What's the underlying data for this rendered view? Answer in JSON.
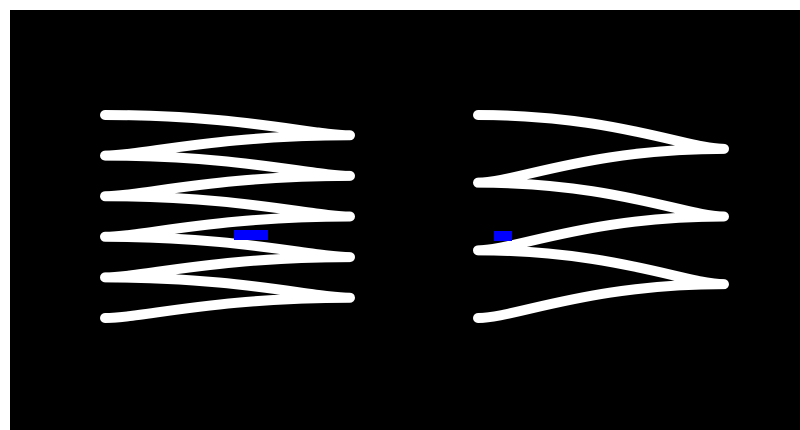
{
  "scene": {
    "background_color": "#000000",
    "page_color": "#ffffff",
    "spring_color": "#ffffff",
    "marker_color": "#0000ff"
  },
  "springs": [
    {
      "name": "left-spring",
      "turns": 5,
      "has_marker": true
    },
    {
      "name": "right-spring",
      "turns": 3,
      "has_marker": true
    }
  ]
}
